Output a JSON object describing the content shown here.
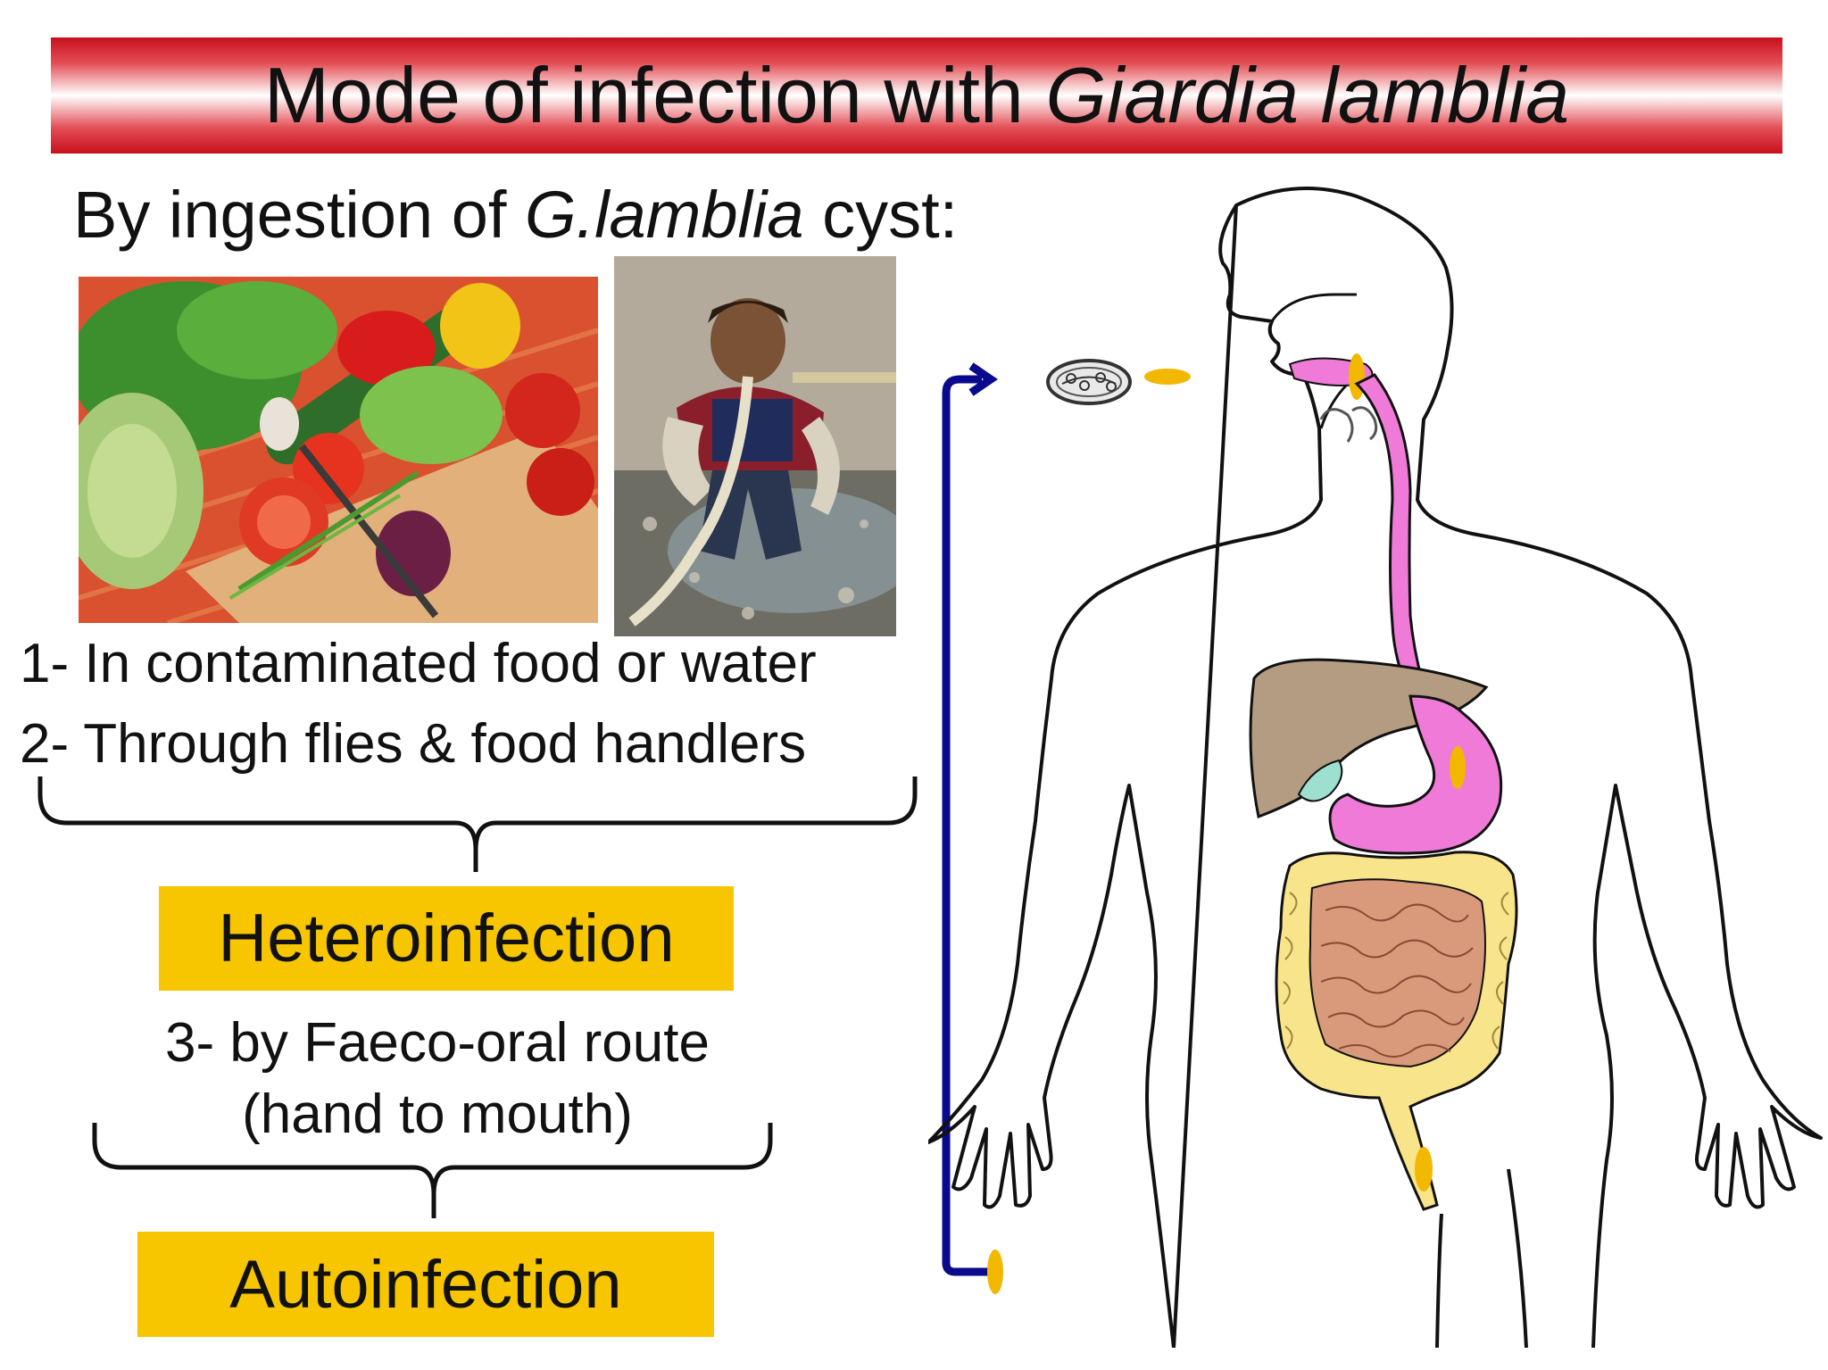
{
  "title": {
    "main": "Mode of infection with ",
    "species": "Giardia lamblia"
  },
  "subtitle": {
    "pre": "By ingestion of ",
    "species": "G.lamblia",
    "post": " cyst:"
  },
  "photos": [
    {
      "name": "vegetables-photo"
    },
    {
      "name": "child-drinking-water-photo"
    }
  ],
  "items": [
    "1- In contaminated food or water",
    "2- Through flies & food handlers"
  ],
  "hetero": "Heteroinfection",
  "route": {
    "line1": "3- by Faeco-oral route",
    "line2": "(hand to mouth)"
  },
  "auto": "Autoinfection",
  "colors": {
    "title_red": "#c8101d",
    "badge": "#f7c600",
    "arrow": "#0a0a8c",
    "cyst": "#f2b800",
    "esophagus": "#f07ad8",
    "liver": "#b49c82",
    "colon": "#f8e48a",
    "small_intestine": "#d99a7c",
    "gallbladder": "#9ee0cf"
  }
}
